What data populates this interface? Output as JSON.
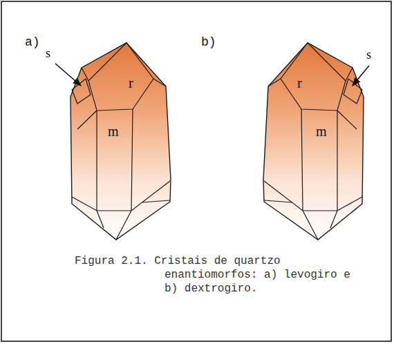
{
  "diagram": {
    "caption": "Figura 2.1. Cristais de quartzo enantiomorfos: a) levogiro e b) dextrogiro.",
    "labels": [
      "a)",
      "s",
      "r",
      "m",
      "b)",
      "s",
      "r",
      "m"
    ]
  }
}
